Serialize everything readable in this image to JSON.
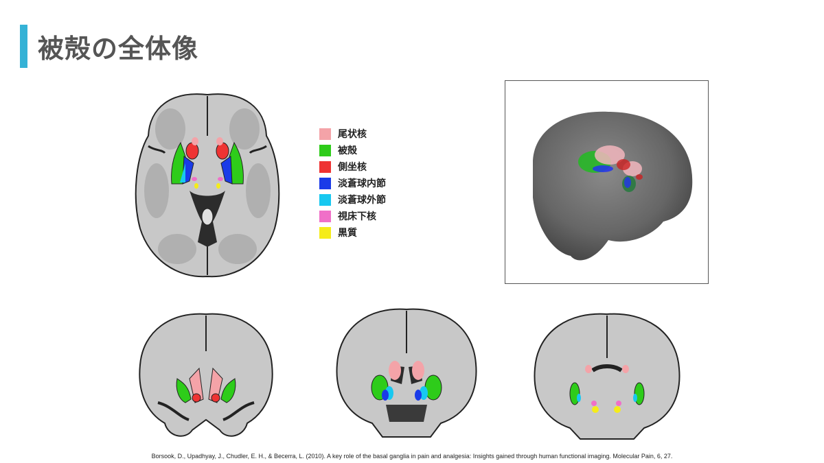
{
  "title": "被殻の全体像",
  "legend": [
    {
      "label": "尾状核",
      "color": "#f4a3a8"
    },
    {
      "label": "被殻",
      "color": "#2ecc1a"
    },
    {
      "label": "側坐核",
      "color": "#ee3333"
    },
    {
      "label": "淡蒼球内節",
      "color": "#1a3be8"
    },
    {
      "label": "淡蒼球外節",
      "color": "#17c8f0"
    },
    {
      "label": "視床下核",
      "color": "#f070c8"
    },
    {
      "label": "黒質",
      "color": "#f5ec1a"
    }
  ],
  "citation": "Borsook, D., Upadhyay, J., Chudler, E. H., & Becerra, L. (2010). A key role of the basal ganglia in pain and analgesia: Insights gained through human functional imaging. Molecular Pain, 6, 27."
}
